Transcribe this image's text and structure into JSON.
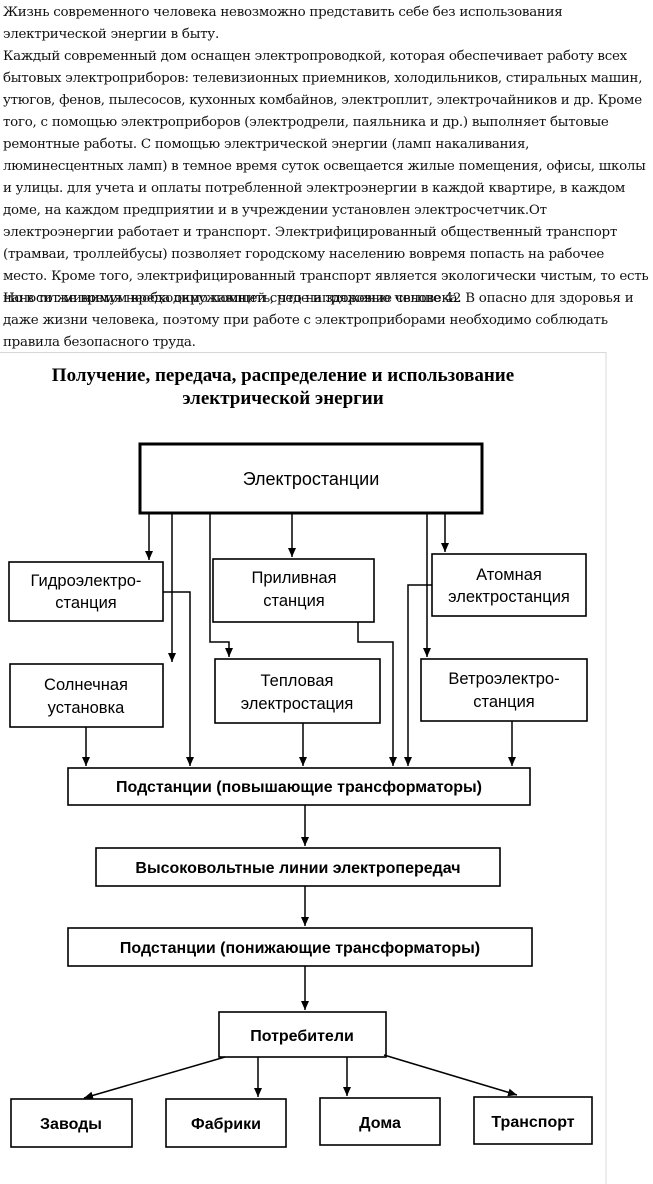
{
  "text": {
    "paragraph_1": "Жизнь современного человека невозможно представить себе без использования электрической энергии в быту.",
    "paragraph_2": "Каждый современный дом оснащен электропроводкой, которая обеспечивает работу всех бытовых электроприборов: телевизионных приемников, холодильников, стиральных машин, утюгов, фенов, пылесосов, кухонных комбайнов, электроплит, электрочайников и др. Кроме того, с помощью электроприборов (электродрели, паяльника и др.) выполняет бытовые ремонтные работы. С помощью электрической энергии (ламп накаливания, люминесцентных ламп) в темное время суток освещается жилые помещения, офисы, школы и улицы. для учета и оплаты потребленной электроэнергии в каждой квартире, в каждом доме, на каждом предприятии и в учреждении установлен электросчетчик.От электроэнергии работает и транспорт. Электрифицированный общественный транспорт (трамваи, троллейбусы) позволяет городскому населению вовремя попасть на рабочее место. Кроме того, электрифицированный транспорт является экологически чистым, то есть наносит минимум вреда окружающей среде и здоровью человека.",
    "paragraph_3": "Но в то же время необходимо помнить, что напряжение свыше 42 В опасно для здоровья и даже жизни человека, поэтому при работе с электроприборами необходимо соблюдать правила безопасного труда."
  },
  "diagram": {
    "title_line_1": "Получение, передача, распределение и использование",
    "title_line_2": "электрической энергии",
    "nodes": {
      "power_plants": "Электростанции",
      "hydro_1": "Гидроэлектро-",
      "hydro_2": "станция",
      "tidal_1": "Приливная",
      "tidal_2": "станция",
      "nuclear_1": "Атомная",
      "nuclear_2": "электростанция",
      "solar_1": "Солнечная",
      "solar_2": "установка",
      "thermal_1": "Тепловая",
      "thermal_2": "электростация",
      "wind_1": "Ветроэлектро-",
      "wind_2": "станция",
      "substation_up": "Подстанции (повышающие трансформаторы)",
      "hv_lines": "Высоковольтные линии электропередач",
      "substation_down": "Подстанции (понижающие трансформаторы)",
      "consumers": "Потребители",
      "plants": "Заводы",
      "factories": "Фабрики",
      "homes": "Дома",
      "transport": "Транспорт"
    }
  }
}
